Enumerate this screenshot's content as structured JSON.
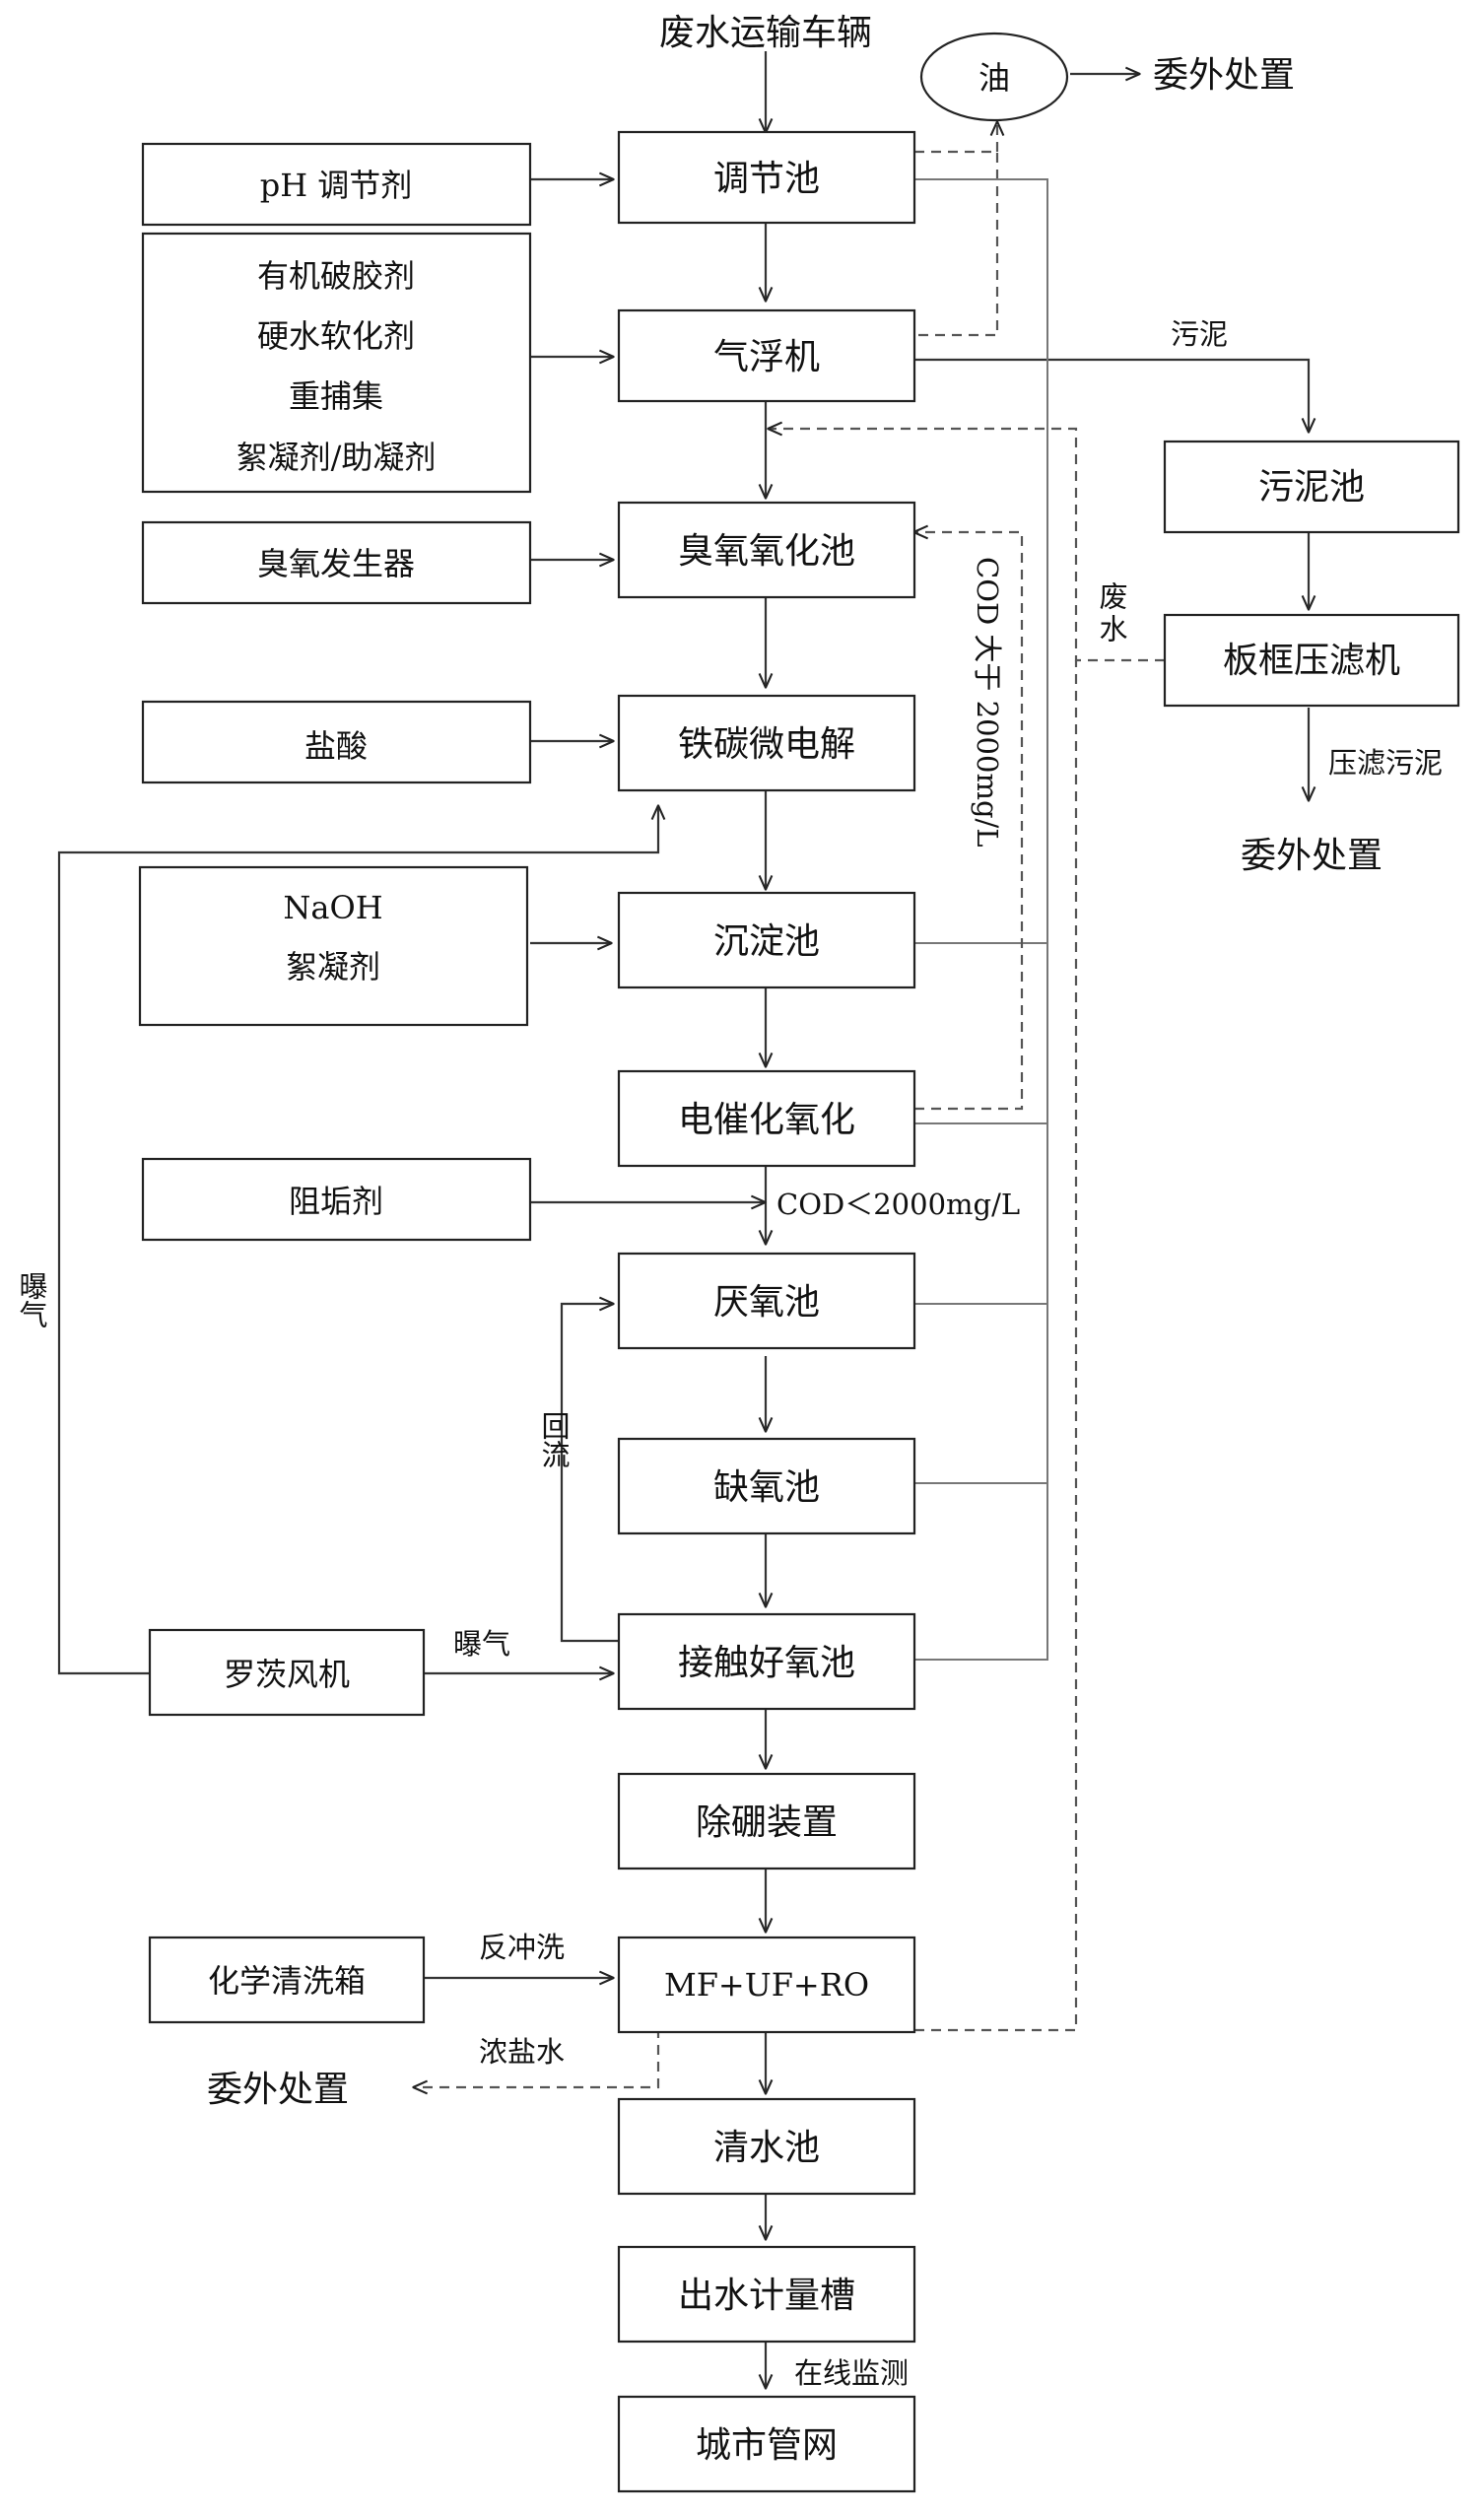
{
  "title": "废水运输车辆",
  "oil": {
    "label": "油",
    "disposal": "委外处置"
  },
  "process": {
    "regulating_tank": "调节池",
    "air_flotation": "气浮机",
    "ozone_tank": "臭氧氧化池",
    "fe_c_electrolysis": "铁碳微电解",
    "sedimentation": "沉淀池",
    "electro_catalytic": "电催化氧化",
    "anaerobic": "厌氧池",
    "anoxic": "缺氧池",
    "contact_aerobic": "接触好氧池",
    "boron_removal": "除硼装置",
    "membrane": "MF+UF+RO",
    "clear_water": "清水池",
    "metering": "出水计量槽",
    "city_pipe": "城市管网"
  },
  "reagents": {
    "ph_adjuster": "pH 调节剂",
    "flotation_agents": [
      "有机破胶剂",
      "硬水软化剂",
      "重捕集",
      "絮凝剂/助凝剂"
    ],
    "ozone_generator": "臭氧发生器",
    "hcl": "盐酸",
    "naoh_flocculant": [
      "NaOH",
      "絮凝剂"
    ],
    "antiscalant": "阻垢剂",
    "roots_blower": "罗茨风机",
    "chem_cleaning": "化学清洗箱"
  },
  "sludge": {
    "label": "污泥",
    "tank": "污泥池",
    "filter_press": "板框压滤机",
    "press_sludge": "压滤污泥",
    "disposal": "委外处置"
  },
  "labels": {
    "wastewater": "废水",
    "cod_high": "COD 大于 2000mg/L",
    "cod_low": "COD＜2000mg/L",
    "aeration_side": "曝气",
    "aeration": "曝气",
    "reflux": "回流",
    "backwash": "反冲洗",
    "brine": "浓盐水",
    "brine_disposal": "委外处置",
    "online_monitor": "在线监测"
  }
}
